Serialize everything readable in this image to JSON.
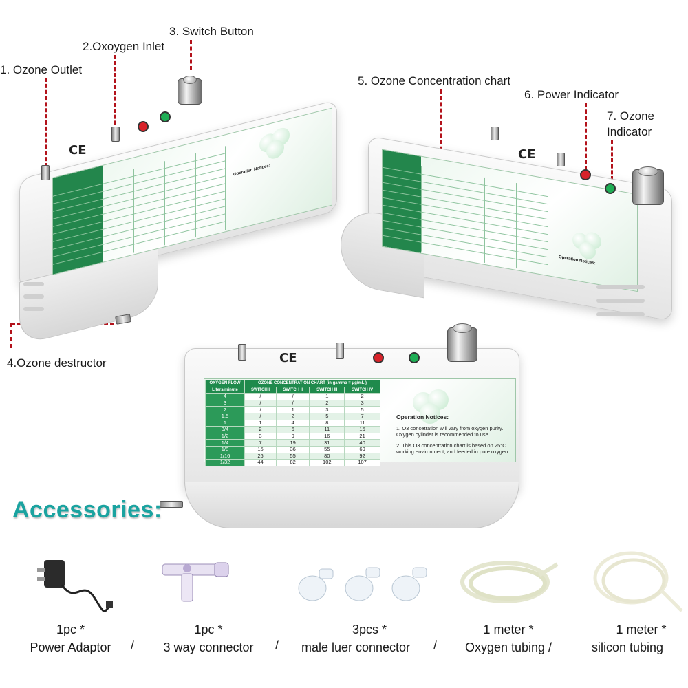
{
  "callouts": {
    "ozone_outlet": "1. Ozone Outlet",
    "oxygen_inlet": "2.Oxoygen Inlet",
    "switch_button": "3. Switch Button",
    "ozone_destructor": "4.Ozone destructor",
    "concentration_chart": "5. Ozone Concentration chart",
    "power_indicator": "6. Power Indicator",
    "ozone_indicator_line1": "7. Ozone",
    "ozone_indicator_line2": "Indicator"
  },
  "device": {
    "ce_mark": "CE",
    "power_led_color": "#d8232a",
    "ozone_led_color": "#1fae55",
    "panel_green": "#1f8a4c",
    "chart_title_oxygen": "OXYGEN FLOW",
    "chart_title_concentration": "OZONE CONCENTRATION CHART (in gamma = μg/mL )",
    "col_units": "Liters/minute",
    "col_switch": [
      "SWITCH  I",
      "SWITCH  II",
      "SWITCH  III",
      "SWITCH  IV"
    ],
    "rows": [
      {
        "flow": "4",
        "v": [
          "/",
          "/",
          "1",
          "2"
        ]
      },
      {
        "flow": "3",
        "v": [
          "/",
          "/",
          "2",
          "3"
        ]
      },
      {
        "flow": "2",
        "v": [
          "/",
          "1",
          "3",
          "5"
        ]
      },
      {
        "flow": "1.5",
        "v": [
          "/",
          "2",
          "5",
          "7"
        ]
      },
      {
        "flow": "1",
        "v": [
          "1",
          "4",
          "8",
          "11"
        ]
      },
      {
        "flow": "3/4",
        "v": [
          "2",
          "6",
          "11",
          "15"
        ]
      },
      {
        "flow": "1/2",
        "v": [
          "3",
          "9",
          "16",
          "21"
        ]
      },
      {
        "flow": "1/4",
        "v": [
          "7",
          "19",
          "31",
          "40"
        ]
      },
      {
        "flow": "1/8",
        "v": [
          "15",
          "36",
          "55",
          "69"
        ]
      },
      {
        "flow": "1/16",
        "v": [
          "26",
          "55",
          "80",
          "92"
        ]
      },
      {
        "flow": "1/32",
        "v": [
          "44",
          "82",
          "102",
          "107"
        ]
      }
    ],
    "notes_title": "Operation Notices:",
    "note1": "1. O3 concetration will vary from oxygen purity. Oxygen cylinder is recommended to use.",
    "note2": "2. This O3 concentration chart is based on 25°C working environment, and feeded in pure oxygen"
  },
  "accessories": {
    "title": "Accessories:",
    "items": [
      {
        "qty": "1pc *",
        "name": "Power Adaptor"
      },
      {
        "qty": "1pc *",
        "name": "3 way connector"
      },
      {
        "qty": "3pcs *",
        "name": "male luer connector"
      },
      {
        "qty": "1 meter *",
        "name": "Oxygen tubing /"
      },
      {
        "qty": "1 meter *",
        "name": "silicon tubing"
      }
    ],
    "separator": "/"
  }
}
